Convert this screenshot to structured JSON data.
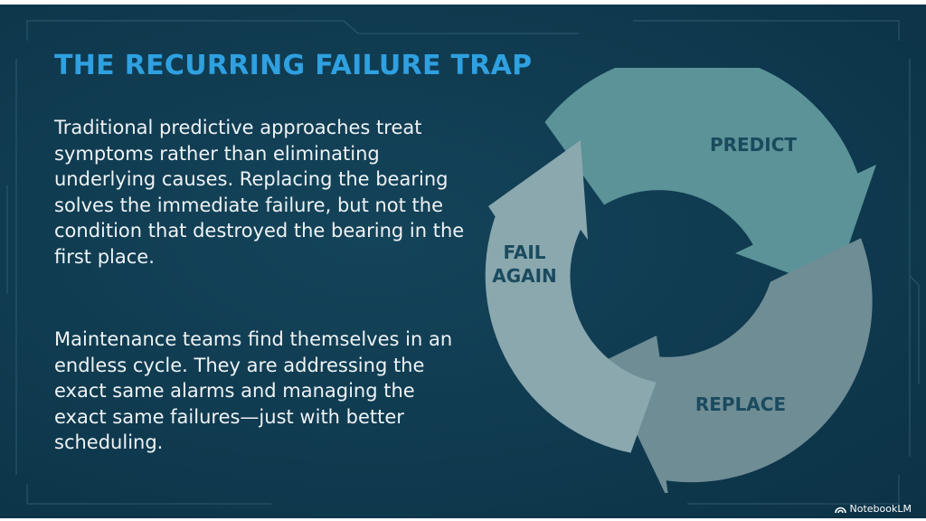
{
  "slide": {
    "title": "THE RECURRING FAILURE TRAP",
    "paragraph_1": "Traditional predictive approaches treat symptoms rather than eliminating underlying causes. Replacing the bearing solves the immediate failure, but not the condition that destroyed the bearing in the first place.",
    "paragraph_2": "Maintenance teams find themselves in an endless cycle. They are addressing the exact same alarms and managing the exact same failures—just with better scheduling."
  },
  "cycle": {
    "steps": [
      {
        "label": "PREDICT",
        "color": "#5b9398"
      },
      {
        "label": "REPLACE",
        "color": "#6f8d95"
      },
      {
        "label_line_1": "FAIL",
        "label_line_2": "AGAIN",
        "color": "#8aa8ae"
      }
    ],
    "label_color": "#1a4a5e"
  },
  "branding": {
    "logo_text": "NotebookLM"
  },
  "colors": {
    "background": "#0f3a4f",
    "title": "#2fa0e0",
    "body_text": "#eef3f5"
  }
}
